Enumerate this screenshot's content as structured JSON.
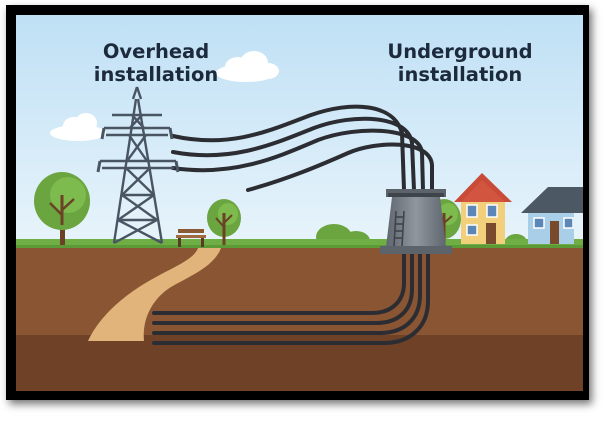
{
  "labels": {
    "overhead": {
      "line1": "Overhead",
      "line2": "installation"
    },
    "underground": {
      "line1": "Underground",
      "line2": "installation"
    }
  },
  "colors": {
    "sky_top": "#bfe0f5",
    "sky_bottom": "#e7f3fb",
    "soil": "#8a5533",
    "deep_soil": "#6f4127",
    "grass": "#6fae45",
    "path": "#e0b47a",
    "cable": "#2b2d33",
    "tower": "#4a5563",
    "terminal": "#7a8088",
    "house_red_roof": "#c94a37",
    "house_yellow_wall": "#f2cf7a",
    "house_blue_wall": "#a9cfe8",
    "house_gray_roof": "#4d5865"
  },
  "icons": [
    "transmission-tower-icon",
    "cable-terminal-icon",
    "tree-icon",
    "bench-icon",
    "house-icon",
    "cloud-icon"
  ]
}
